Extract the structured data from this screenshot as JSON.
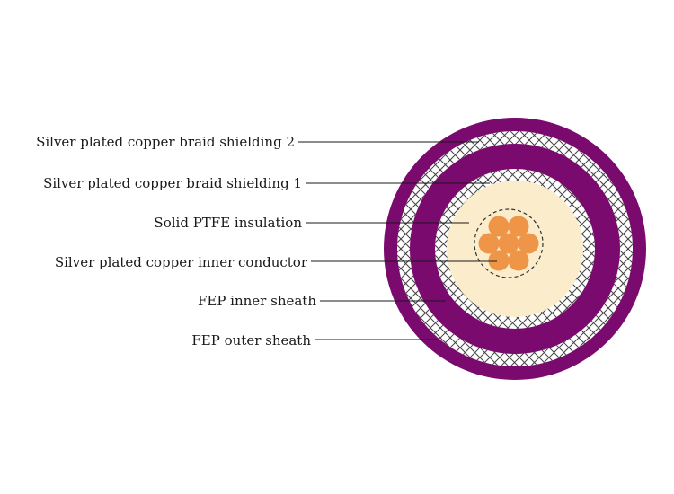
{
  "diagram": {
    "callouts": [
      {
        "id": "outer-braid",
        "label": "Silver plated copper braid shielding 2"
      },
      {
        "id": "inner-braid",
        "label": "Silver plated copper braid shielding 1"
      },
      {
        "id": "insulation",
        "label": "Solid PTFE insulation"
      },
      {
        "id": "conductor",
        "label": "Silver plated copper inner conductor"
      },
      {
        "id": "inner-sheath",
        "label": "FEP inner sheath"
      },
      {
        "id": "outer-sheath",
        "label": "FEP outer sheath"
      }
    ],
    "colors": {
      "sheath": "#7a0a6e",
      "braid": "#ffffff",
      "braid_wire": "#444444",
      "insulation": "#fbeccb",
      "conductor_strand": "#ef9548",
      "leader_line": "#1a1a1a"
    },
    "conductor_strand_count": 7
  }
}
